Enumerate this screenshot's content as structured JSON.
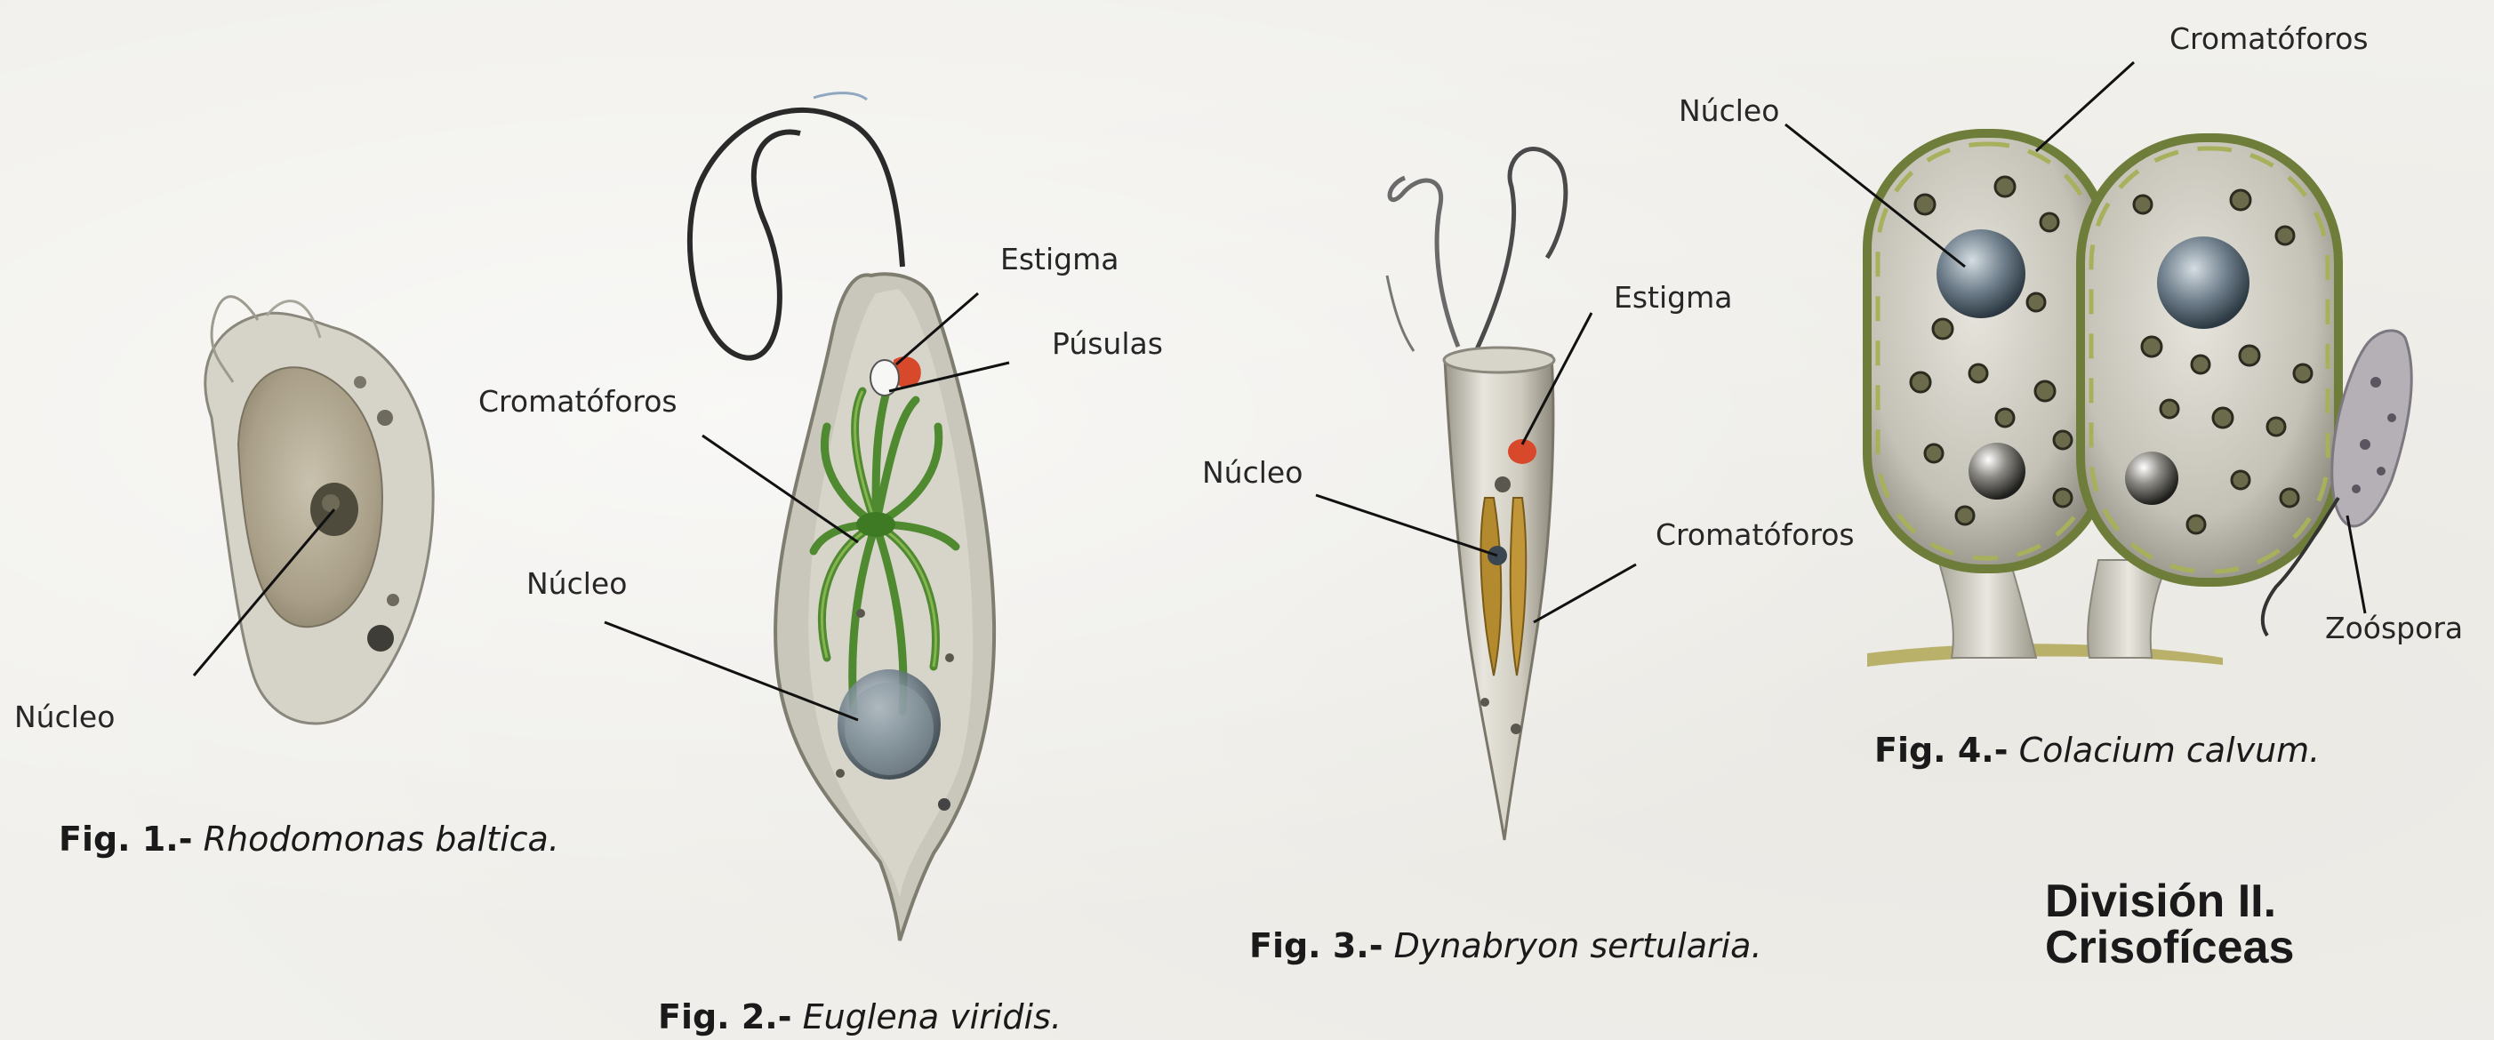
{
  "figures": [
    {
      "number": "Fig. 1.-",
      "species": "Rhodomonas baltica.",
      "labels": {
        "nucleus": "Núcleo"
      }
    },
    {
      "number": "Fig. 2.-",
      "species": "Euglena viridis.",
      "labels": {
        "stigma": "Estigma",
        "pusules": "Púsulas",
        "chromatophores": "Cromatóforos",
        "nucleus": "Núcleo"
      }
    },
    {
      "number": "Fig. 3.-",
      "species": "Dynabryon sertularia.",
      "labels": {
        "stigma": "Estigma",
        "nucleus": "Núcleo",
        "chromatophores": "Cromatóforos"
      }
    },
    {
      "number": "Fig. 4.-",
      "species": "Colacium calvum.",
      "labels": {
        "chromatophores": "Cromatóforos",
        "nucleus": "Núcleo",
        "zoospore": "Zoóspora"
      }
    }
  ],
  "section_heading": {
    "line1": "División II.",
    "line2": "Crisofíceas"
  },
  "colors": {
    "paper": "#f1f0ec",
    "cell_body": "#c9c6bc",
    "chromatophore_green": "#5f8f3a",
    "stigma_red": "#d8482a",
    "leader_line": "#111111"
  }
}
